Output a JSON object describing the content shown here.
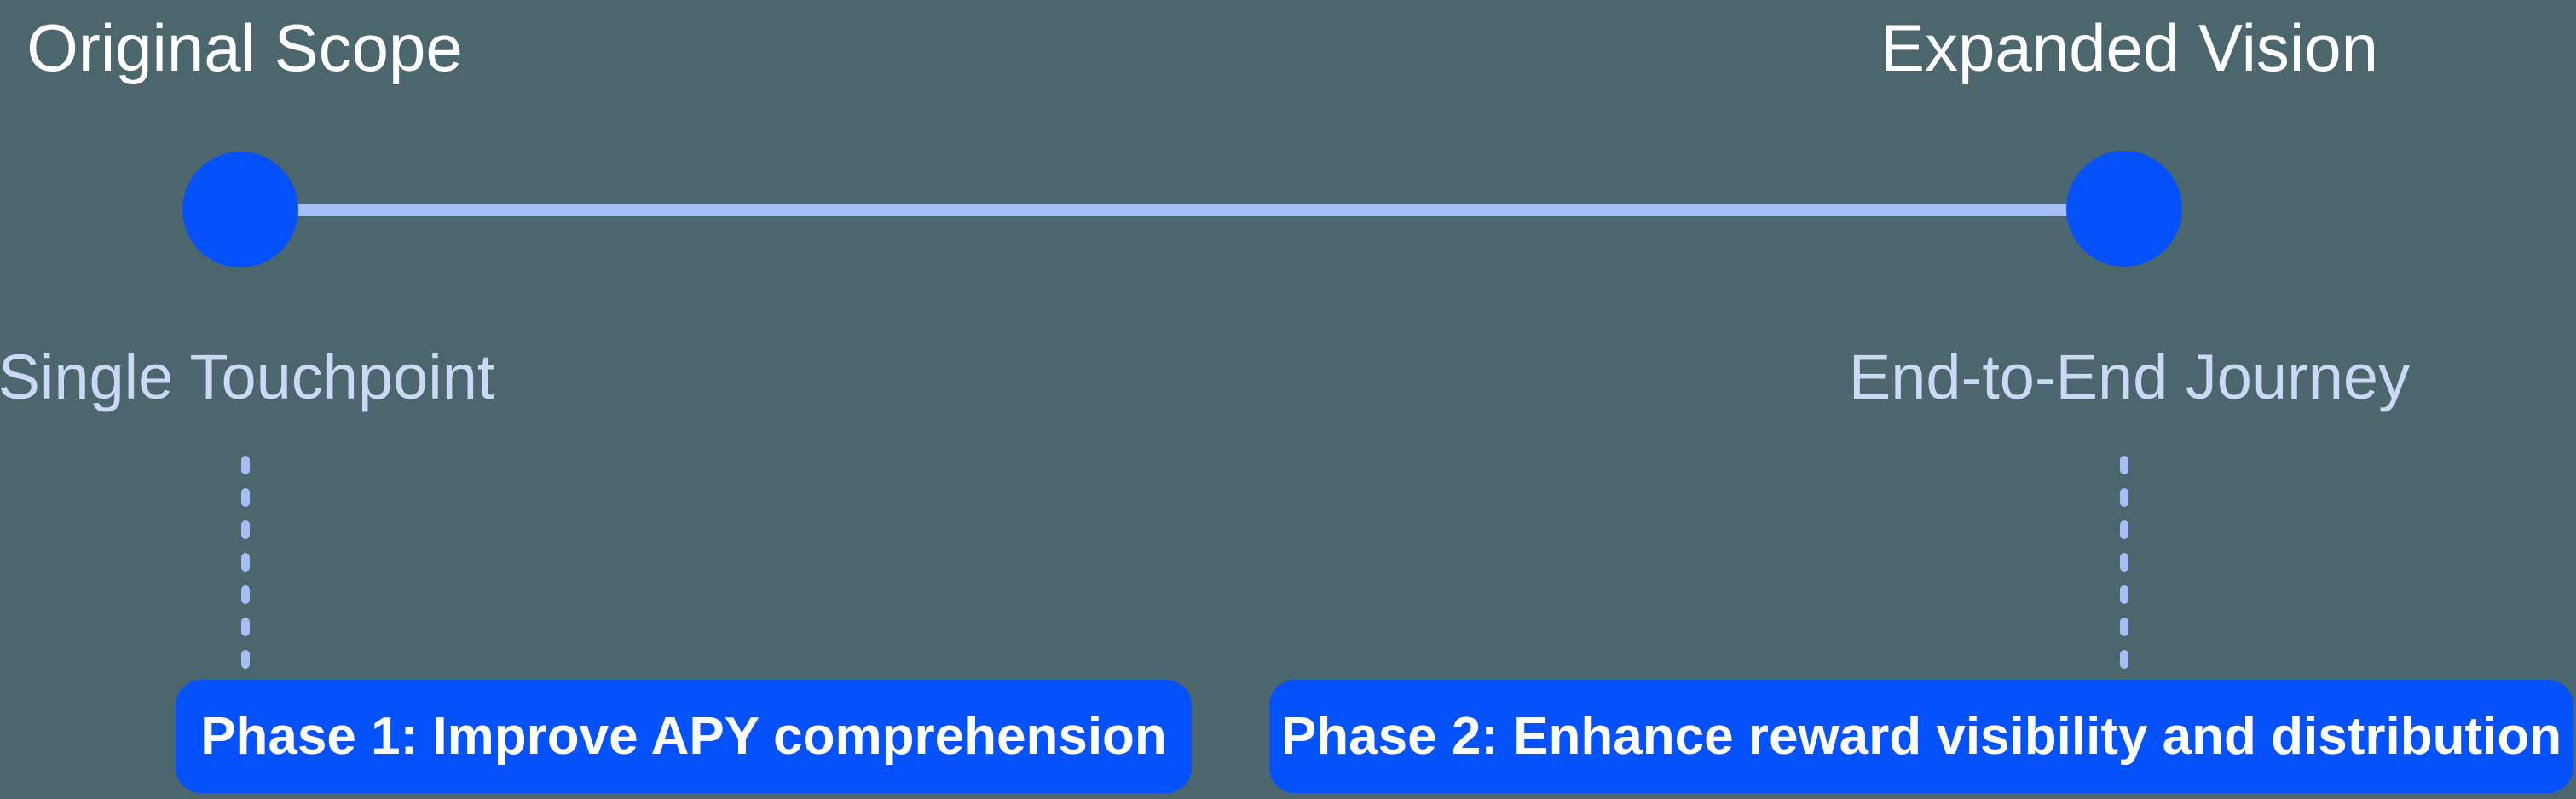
{
  "colors": {
    "bg": "#4C666E",
    "accent": "#0551FB",
    "track": "#A6BEF8",
    "muted": "#CBD8F6",
    "white": "#FFFFFF"
  },
  "spectrum": {
    "left": {
      "title": "Original Scope",
      "subtitle": "Single Touchpoint"
    },
    "right": {
      "title": "Expanded Vision",
      "subtitle": "End-to-End Journey"
    }
  },
  "phases": [
    {
      "label": "Phase 1: Improve APY comprehension"
    },
    {
      "label": "Phase 2: Enhance reward visibility and distribution"
    }
  ]
}
